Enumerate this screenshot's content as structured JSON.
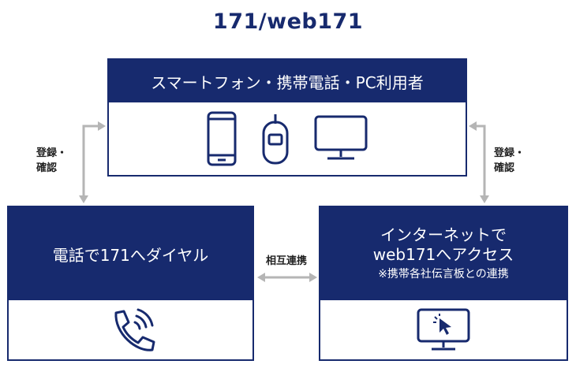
{
  "title": "171/web171",
  "top_box": {
    "label": "スマートフォン・携帯電話・PC利用者",
    "icons": [
      "smartphone-icon",
      "flip-phone-icon",
      "monitor-icon"
    ]
  },
  "left_box": {
    "label": "電話で171へダイヤル",
    "icon": "phone-call-icon"
  },
  "right_box": {
    "line1": "インターネットで",
    "line2": "web171へアクセス",
    "note": "※携帯各社伝言板との連携",
    "icon": "monitor-cursor-icon"
  },
  "connectors": {
    "left_label_1": "登録・",
    "left_label_2": "確認",
    "right_label_1": "登録・",
    "right_label_2": "確認",
    "middle_label": "相互連携"
  },
  "colors": {
    "navy": "#172a6e",
    "arrow": "#b5b5b5"
  }
}
